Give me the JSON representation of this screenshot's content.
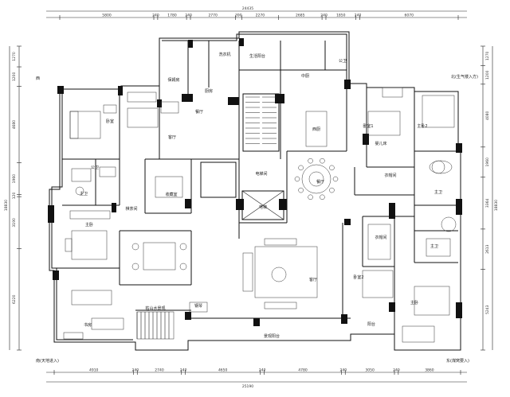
{
  "dimensions": {
    "top_total": "24435",
    "top_segments": [
      "5800",
      "240",
      "1780",
      "240",
      "2770",
      "390",
      "2270",
      "2685",
      "240",
      "1850",
      "240",
      "6070"
    ],
    "bottom_total": "25190",
    "bottom_segments": [
      "4910",
      "240",
      "2740",
      "240",
      "4650",
      "240",
      "4780",
      "240",
      "3050",
      "240",
      "3860"
    ],
    "left_total": "18830",
    "left_segments": [
      "1270",
      "1200",
      "4680",
      "1960",
      "120",
      "3190",
      "6220"
    ],
    "right_total": "18830",
    "right_segments": [
      "1270",
      "1200",
      "4080",
      "1960",
      "3364",
      "2613",
      "5243"
    ]
  },
  "compass": {
    "west": "西",
    "south_west": "南(天地进入)",
    "north_east": "北(生气楼入方)",
    "south_east": "东(煤窝要入)"
  },
  "rooms": {
    "living_balcony": "生活阳台",
    "laundry": "洗衣机",
    "maid_room": "保姆房",
    "kitchen_small": "厨房",
    "dining_small": "餐厅",
    "middle_kitchen": "中厨",
    "west_kitchen": "西厨",
    "toilet": "公卫",
    "secondary_bedroom_nw": "卧室",
    "living_room_w": "客厅",
    "public_wc": "公卫",
    "master_wc_w": "主卫",
    "collection_room": "收藏室",
    "elevator_hall": "电梯间",
    "elevator": "电梯",
    "dining_room": "餐厅",
    "tea_room": "棋茶间",
    "master_bedroom_w": "主卧",
    "study": "书房",
    "bedroom1": "卧室1",
    "baby_room": "婴儿床",
    "master_bedroom2_ne": "主卧2",
    "cloakroom_ne": "衣帽间",
    "master_wc_ne": "主卫",
    "cloakroom_e": "衣帽间",
    "master_wc_e": "主卫",
    "bedroom2": "卧室2",
    "living_room_main": "客厅",
    "master_bedroom_e": "主卧",
    "balcony": "阳台",
    "landscape_balcony": "景观阳台",
    "piano": "钢琴",
    "dry_landscape": "枯山水景观"
  },
  "colors": {
    "wall": "#111111",
    "line": "#222222",
    "background": "#ffffff"
  }
}
